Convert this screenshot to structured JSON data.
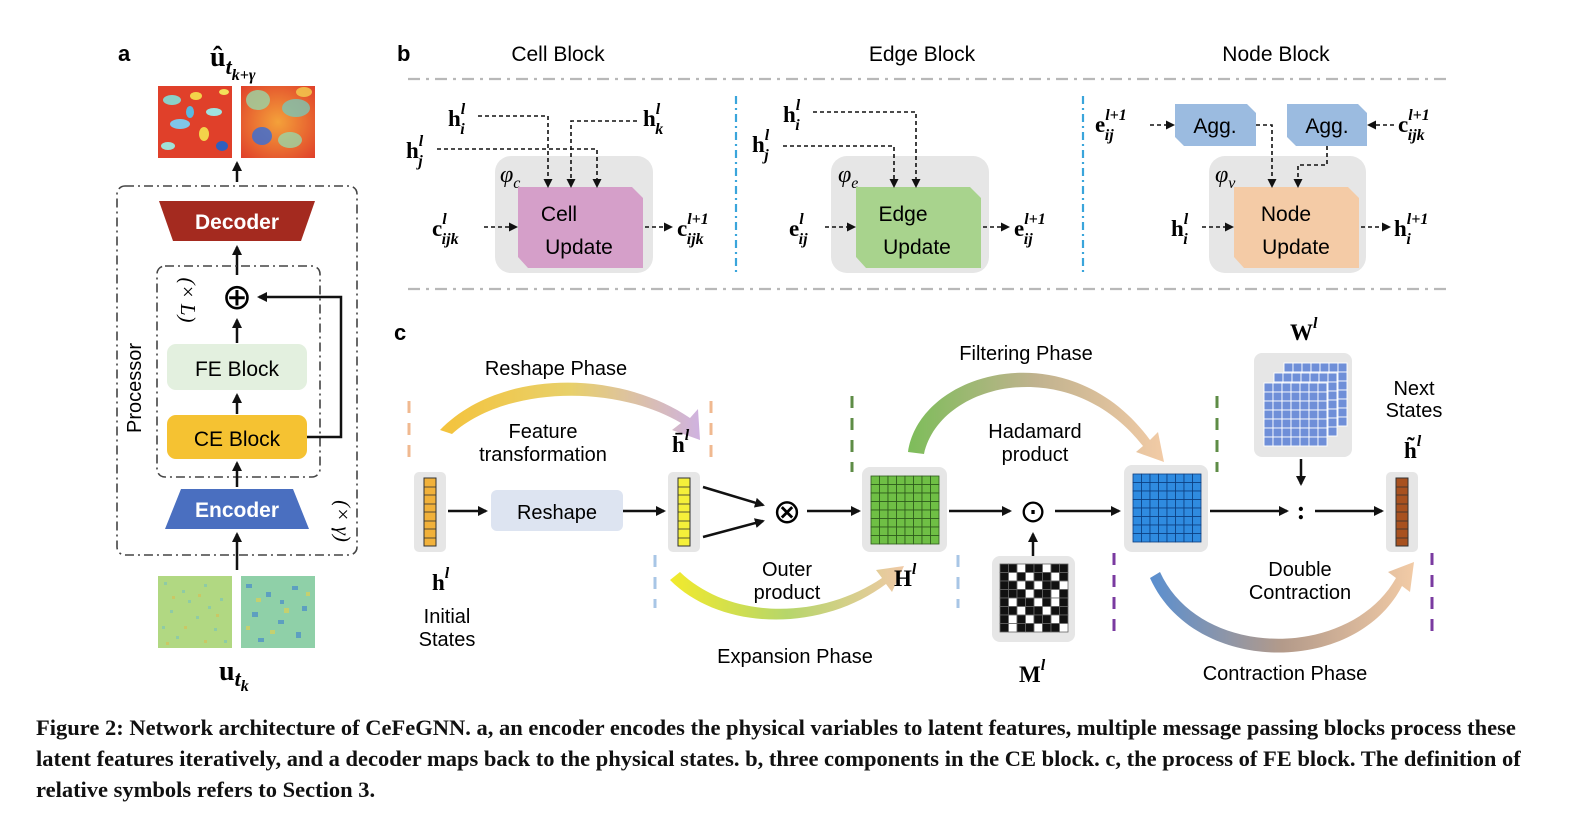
{
  "panel_a": {
    "letter": "a",
    "processor": "Processor",
    "decoder": "Decoder",
    "encoder": "Encoder",
    "fe_block": "FE Block",
    "ce_block": "CE Block",
    "repeat_L": "(× L)",
    "repeat_gamma": "(× γ)",
    "oplus": "⊕",
    "output_base": "û",
    "output_sub": "t",
    "output_subsub": "k+γ",
    "input_base": "u",
    "input_sub": "t",
    "input_subsub": "k"
  },
  "panel_b": {
    "letter": "b",
    "cell_block": {
      "title": "Cell Block",
      "phi": "φ",
      "phi_sub": "c",
      "box_line1": "Cell",
      "box_line2": "Update",
      "h_i": "h",
      "h_i_sup": "l",
      "h_i_sub": "i",
      "h_k": "h",
      "h_k_sup": "l",
      "h_k_sub": "k",
      "h_j": "h",
      "h_j_sup": "l",
      "h_j_sub": "j",
      "c_in": "c",
      "c_in_sup": "l",
      "c_in_sub": "ijk",
      "c_out": "c",
      "c_out_sup": "l+1",
      "c_out_sub": "ijk"
    },
    "edge_block": {
      "title": "Edge Block",
      "phi": "φ",
      "phi_sub": "e",
      "box_line1": "Edge",
      "box_line2": "Update",
      "h_i": "h",
      "h_i_sup": "l",
      "h_i_sub": "i",
      "h_j": "h",
      "h_j_sup": "l",
      "h_j_sub": "j",
      "e_in": "e",
      "e_in_sup": "l",
      "e_in_sub": "ij",
      "e_out": "e",
      "e_out_sup": "l+1",
      "e_out_sub": "ij"
    },
    "node_block": {
      "title": "Node Block",
      "phi": "φ",
      "phi_sub": "v",
      "box_line1": "Node",
      "box_line2": "Update",
      "agg1": "Agg.",
      "agg2": "Agg.",
      "e_in": "e",
      "e_in_sup": "l+1",
      "e_in_sub": "ij",
      "c_in": "c",
      "c_in_sup": "l+1",
      "c_in_sub": "ijk",
      "h_in": "h",
      "h_in_sup": "l",
      "h_in_sub": "i",
      "h_out": "h",
      "h_out_sup": "l+1",
      "h_out_sub": "i"
    }
  },
  "panel_c": {
    "letter": "c",
    "reshape_phase": "Reshape Phase",
    "feature_transformation_1": "Feature",
    "feature_transformation_2": "transformation",
    "reshape_box": "Reshape",
    "h_l": "h",
    "h_l_sup": "l",
    "initial_states_1": "Initial",
    "initial_states_2": "States",
    "hbar_l": "h̄",
    "hbar_l_sup": "l",
    "otimes": "⊗",
    "outer_product_1": "Outer",
    "outer_product_2": "product",
    "expansion_phase": "Expansion Phase",
    "H_l": "H",
    "H_l_sup": "l",
    "filtering_phase": "Filtering Phase",
    "hadamard_1": "Hadamard",
    "hadamard_2": "product",
    "odot": "⊙",
    "M_l": "M",
    "M_l_sup": "l",
    "W_l": "W",
    "W_l_sup": "l",
    "colon": ":",
    "double_contraction_1": "Double",
    "double_contraction_2": "Contraction",
    "contraction_phase": "Contraction Phase",
    "next_states_1": "Next",
    "next_states_2": "States",
    "htilde_l": "h̃",
    "htilde_l_sup": "l"
  },
  "caption": "Figure 2: Network architecture of CeFeGNN. a, an encoder encodes the physical variables to latent features, multiple message passing blocks process these latent features iteratively, and a decoder maps back to the physical states. b, three components in the CE block. c, the process of FE block. The definition of relative symbols refers to Section 3.",
  "colors": {
    "decoder": "#a42a1f",
    "encoder": "#4a6fc0",
    "ce_block": "#f5c232",
    "fe_block": "#e3f0df",
    "cell_update": "#d59fc9",
    "edge_update": "#a8d38d",
    "node_update": "#f4cba6",
    "agg": "#9bbbe0",
    "reshape_box": "#dde4f1",
    "phase_bg": "#e6e6e6",
    "vec_orange": "#f1b13a",
    "vec_yellow": "#f5f03a",
    "grid_green": "#6fbf45",
    "grid_blue": "#2f8be0",
    "vec_brown": "#a8511f",
    "dash_blue": "#3aa5db",
    "divider_gray": "#b8b8b8"
  }
}
